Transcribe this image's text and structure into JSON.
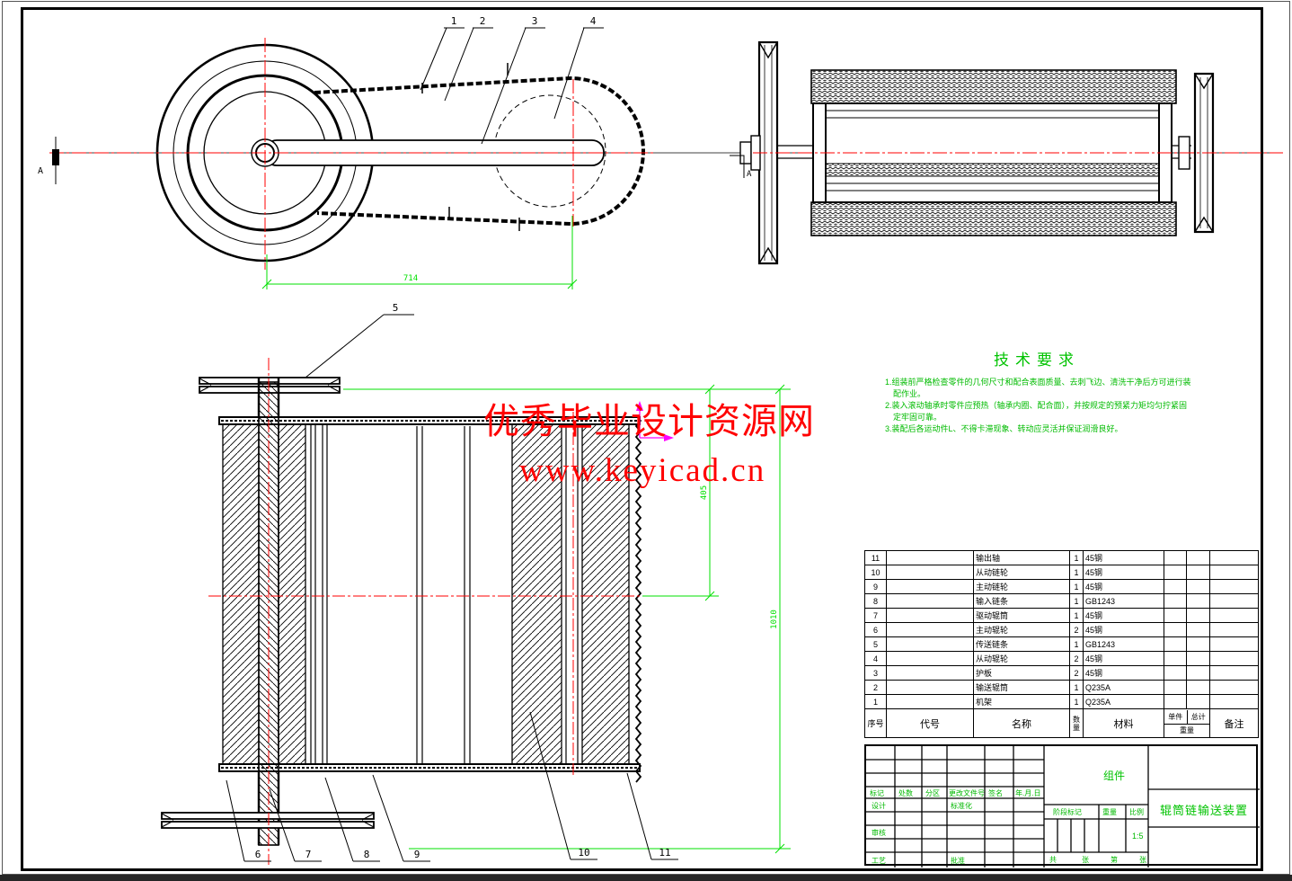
{
  "watermark": {
    "line1": "优秀毕业设计资源网",
    "line2": "www.keyicad.cn",
    "color": "#ff0000"
  },
  "tech_requirements": {
    "title": "技术要求",
    "item1_line1": "1.组装前严格检查零件的几何尺寸和配合表面质量、去刺飞边、清洗干净后方可进行装",
    "item1_line2": "配作业。",
    "item2_line1": "2.装入滚动轴承时零件应预热（轴承内圈、配合面），并按规定的预紧力矩均匀拧紧固",
    "item2_line2": "定牢固可靠。",
    "item3_line1": "3.装配后各运动件L、不得卡滞现象、转动应灵活并保证润滑良好。"
  },
  "balloons": {
    "n1": "1",
    "n2": "2",
    "n3": "3",
    "n4": "4",
    "n5": "5",
    "n6": "6",
    "n7": "7",
    "n8": "8",
    "n9": "9",
    "n10": "10",
    "n11": "11"
  },
  "dims": {
    "w714": "714",
    "h405": "405",
    "h1010": "1010"
  },
  "sections": {
    "left_a": "A",
    "right_a": "A"
  },
  "bom": {
    "headers": {
      "no": "序号",
      "code": "代号",
      "name": "名称",
      "qty": "数量",
      "material": "材料",
      "unit": "单件",
      "total": "总计",
      "weight": "重量",
      "remark": "备注"
    },
    "rows": [
      {
        "no": "11",
        "code": "",
        "name": "输出轴",
        "qty": "1",
        "material": "45钢",
        "unit": "",
        "total": "",
        "remark": ""
      },
      {
        "no": "10",
        "code": "",
        "name": "从动链轮",
        "qty": "1",
        "material": "45钢",
        "unit": "",
        "total": "",
        "remark": ""
      },
      {
        "no": "9",
        "code": "",
        "name": "主动链轮",
        "qty": "1",
        "material": "45钢",
        "unit": "",
        "total": "",
        "remark": ""
      },
      {
        "no": "8",
        "code": "",
        "name": "输入链条",
        "qty": "1",
        "material": "GB1243",
        "unit": "",
        "total": "",
        "remark": ""
      },
      {
        "no": "7",
        "code": "",
        "name": "驱动辊筒",
        "qty": "1",
        "material": "45钢",
        "unit": "",
        "total": "",
        "remark": ""
      },
      {
        "no": "6",
        "code": "",
        "name": "主动辊轮",
        "qty": "2",
        "material": "45钢",
        "unit": "",
        "total": "",
        "remark": ""
      },
      {
        "no": "5",
        "code": "",
        "name": "传送链条",
        "qty": "1",
        "material": "GB1243",
        "unit": "",
        "total": "",
        "remark": ""
      },
      {
        "no": "4",
        "code": "",
        "name": "从动辊轮",
        "qty": "2",
        "material": "45钢",
        "unit": "",
        "total": "",
        "remark": ""
      },
      {
        "no": "3",
        "code": "",
        "name": "护板",
        "qty": "2",
        "material": "45钢",
        "unit": "",
        "total": "",
        "remark": ""
      },
      {
        "no": "2",
        "code": "",
        "name": "输送辊筒",
        "qty": "1",
        "material": "Q235A",
        "unit": "",
        "total": "",
        "remark": ""
      },
      {
        "no": "1",
        "code": "",
        "name": "机架",
        "qty": "1",
        "material": "Q235A",
        "unit": "",
        "total": "",
        "remark": ""
      }
    ]
  },
  "title_block": {
    "mark": "标记",
    "count": "处数",
    "zone": "分区",
    "doc_no": "更改文件号",
    "sign": "签名",
    "date": "年.月.日",
    "design": "设计",
    "standardize": "标准化",
    "review": "审核",
    "process": "工艺",
    "approve": "批准",
    "stage": "阶段标记",
    "weight": "重量",
    "scale": "比例",
    "scale_value": "1:5",
    "sheet_total": "共",
    "sheet_unit1": "张",
    "sheet_no": "第",
    "sheet_unit2": "张",
    "assembly": "组件",
    "drawing_title": "辊筒链输送装置"
  }
}
